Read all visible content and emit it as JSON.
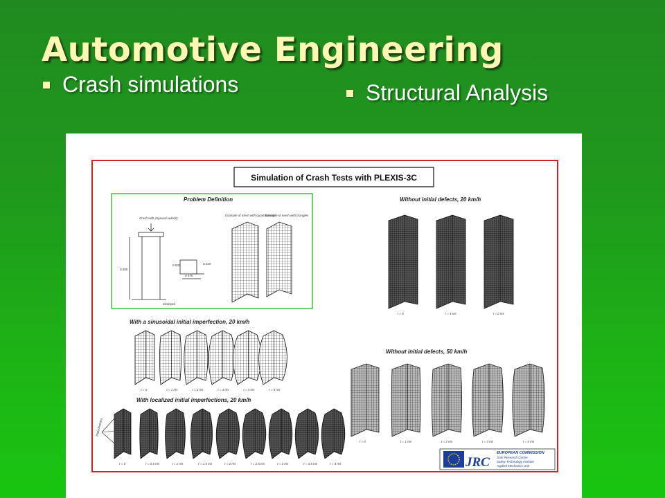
{
  "slide": {
    "title": "Automotive Engineering",
    "bullets": [
      "Crash simulations",
      "Structural Analysis"
    ]
  },
  "figure": {
    "heading": "Simulation of Crash Tests with PLEXIS-3C",
    "problem_definition": {
      "title": "Problem Definition",
      "labels": [
        "Crash with imposed velocity",
        "Example of mesh with quadrilaterals",
        "Example of mesh with triangles",
        "Clamped"
      ],
      "dims": [
        "0.380",
        "0.030",
        "0.019",
        "0.075"
      ]
    },
    "panels": [
      {
        "id": "defects-none-20",
        "title": "Without initial defects, 20 km/h",
        "times": [
          "t = 0",
          "t = 1 ms",
          "t = 2 ms"
        ]
      },
      {
        "id": "sinusoidal-20",
        "title": "With a sinusoidal initial imperfection, 20 km/h",
        "times": [
          "t = 0",
          "t = 1 ms",
          "t = 2 ms",
          "t = 3 ms",
          "t = 4 ms",
          "t = 5 ms"
        ]
      },
      {
        "id": "defects-none-50",
        "title": "Without initial defects, 50 km/h",
        "times": [
          "t = 0",
          "t = 1 ms",
          "t = 2 ms",
          "t = 3 ms",
          "t = 4 ms"
        ]
      },
      {
        "id": "localized-20",
        "title": "With localized initial imperfections, 20 km/h",
        "times": [
          "t = 0",
          "t = 0.5 ms",
          "t = 1 ms",
          "t = 1.5 ms",
          "t = 2 ms",
          "t = 2.5 ms",
          "t = 3 ms",
          "t = 3.5 ms",
          "t = 4 ms"
        ]
      }
    ],
    "imperfections_label": "Imperfections",
    "logo": {
      "mark": "JRC",
      "lines": [
        "EUROPEAN COMMISSION",
        "Joint Research Centre",
        "Safety Technology Institute",
        "Applied Mechanics Unit"
      ]
    },
    "colors": {
      "frame": "#d42020",
      "pd_frame": "#3fbf3f",
      "logo_blue": "#1b3e9a",
      "logo_star": "#f4d418"
    }
  }
}
